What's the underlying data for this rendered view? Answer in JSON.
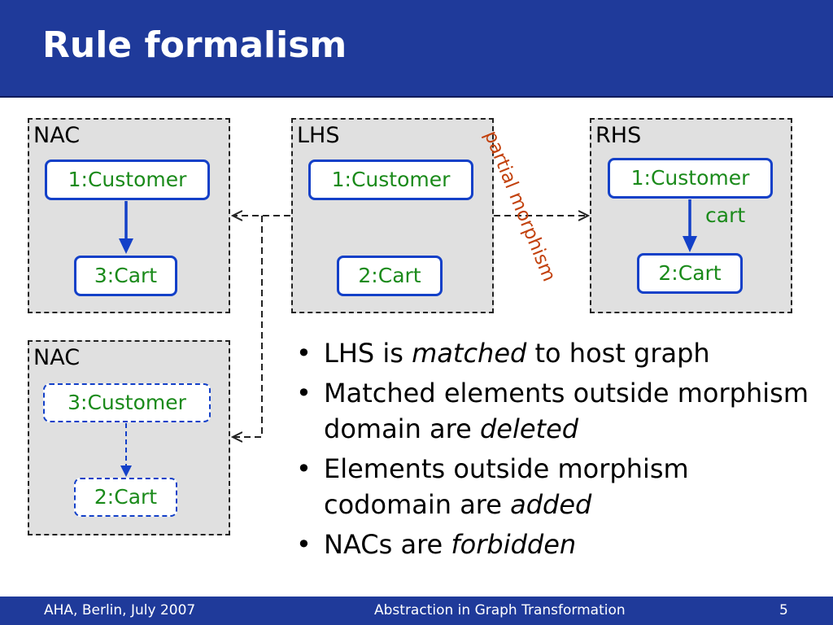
{
  "slide": {
    "title": "Rule formalism"
  },
  "panels": {
    "nac_top": {
      "label": "NAC",
      "node_a": "1:Customer",
      "node_b": "3:Cart"
    },
    "lhs": {
      "label": "LHS",
      "node_a": "1:Customer",
      "node_b": "2:Cart"
    },
    "rhs": {
      "label": "RHS",
      "node_a": "1:Customer",
      "node_b": "2:Cart",
      "edge_label": "cart"
    },
    "nac_bottom": {
      "label": "NAC",
      "node_a": "3:Customer",
      "node_b": "2:Cart"
    }
  },
  "morphism_label": "partial morphism",
  "bullets": [
    {
      "before": "LHS is ",
      "em": "matched",
      "after": " to host graph"
    },
    {
      "before": "Matched elements outside morphism domain are ",
      "em": "deleted",
      "after": ""
    },
    {
      "before": "Elements outside morphism codomain are ",
      "em": "added",
      "after": ""
    },
    {
      "before": "NACs are ",
      "em": "forbidden",
      "after": ""
    }
  ],
  "bullet_char": "•",
  "footer": {
    "left": "AHA, Berlin, July 2007",
    "center": "Abstraction in Graph Transformation",
    "page": "5"
  },
  "colors": {
    "title_bar": "#1f3a9a",
    "node_border": "#1340c8",
    "node_text": "#1a8a1a",
    "morphism_text": "#c2410c",
    "panel_fill": "#e0e0e0"
  }
}
